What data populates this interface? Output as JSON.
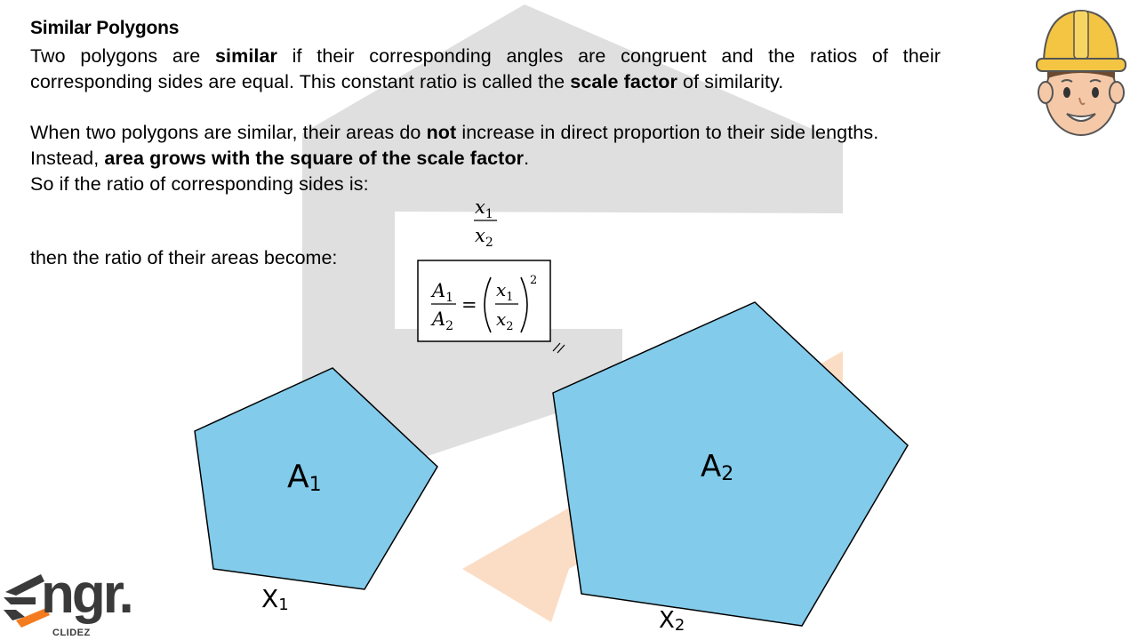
{
  "title": "Similar Polygons",
  "paragraph1": {
    "line1_a": "Two polygons are ",
    "line1_b": "similar",
    "line1_c": " if their corresponding angles are congruent and the ratios of their",
    "line2_a": "corresponding sides are equal. This constant ratio is called the ",
    "line2_b": "scale factor",
    "line2_c": " of similarity."
  },
  "paragraph2": {
    "line1_a": "When two polygons are similar, their areas do ",
    "line1_b": "not",
    "line1_c": " increase in direct proportion to their side lengths.",
    "line2_a": "Instead, ",
    "line2_b": "area grows with the square of the scale factor",
    "line2_c": ".",
    "line3": "So if the ratio of corresponding sides is:"
  },
  "then_line": "then the ratio of their areas become:",
  "side_ratio": {
    "numerator": "x",
    "numerator_sub": "1",
    "denominator": "x",
    "denominator_sub": "2"
  },
  "area_formula": {
    "lhs_num": "A",
    "lhs_num_sub": "1",
    "lhs_den": "A",
    "lhs_den_sub": "2",
    "equals": "=",
    "rhs_num": "x",
    "rhs_num_sub": "1",
    "rhs_den": "x",
    "rhs_den_sub": "2",
    "exponent": "2"
  },
  "small_polygon": {
    "area_label": "A",
    "area_sub": "1",
    "side_label": "X",
    "side_sub": "1",
    "fill": "#82CBEB"
  },
  "large_polygon": {
    "area_label": "A",
    "area_sub": "2",
    "side_label": "X",
    "side_sub": "2",
    "fill": "#82CBEB"
  },
  "logo": {
    "text": "ngr.",
    "subtitle": "CLIDEZ",
    "accent": "#F47B20"
  },
  "colors": {
    "watermark_gray": "#D9D9D9",
    "watermark_orange": "#FBD9BF",
    "polygon_stroke": "#000000"
  }
}
